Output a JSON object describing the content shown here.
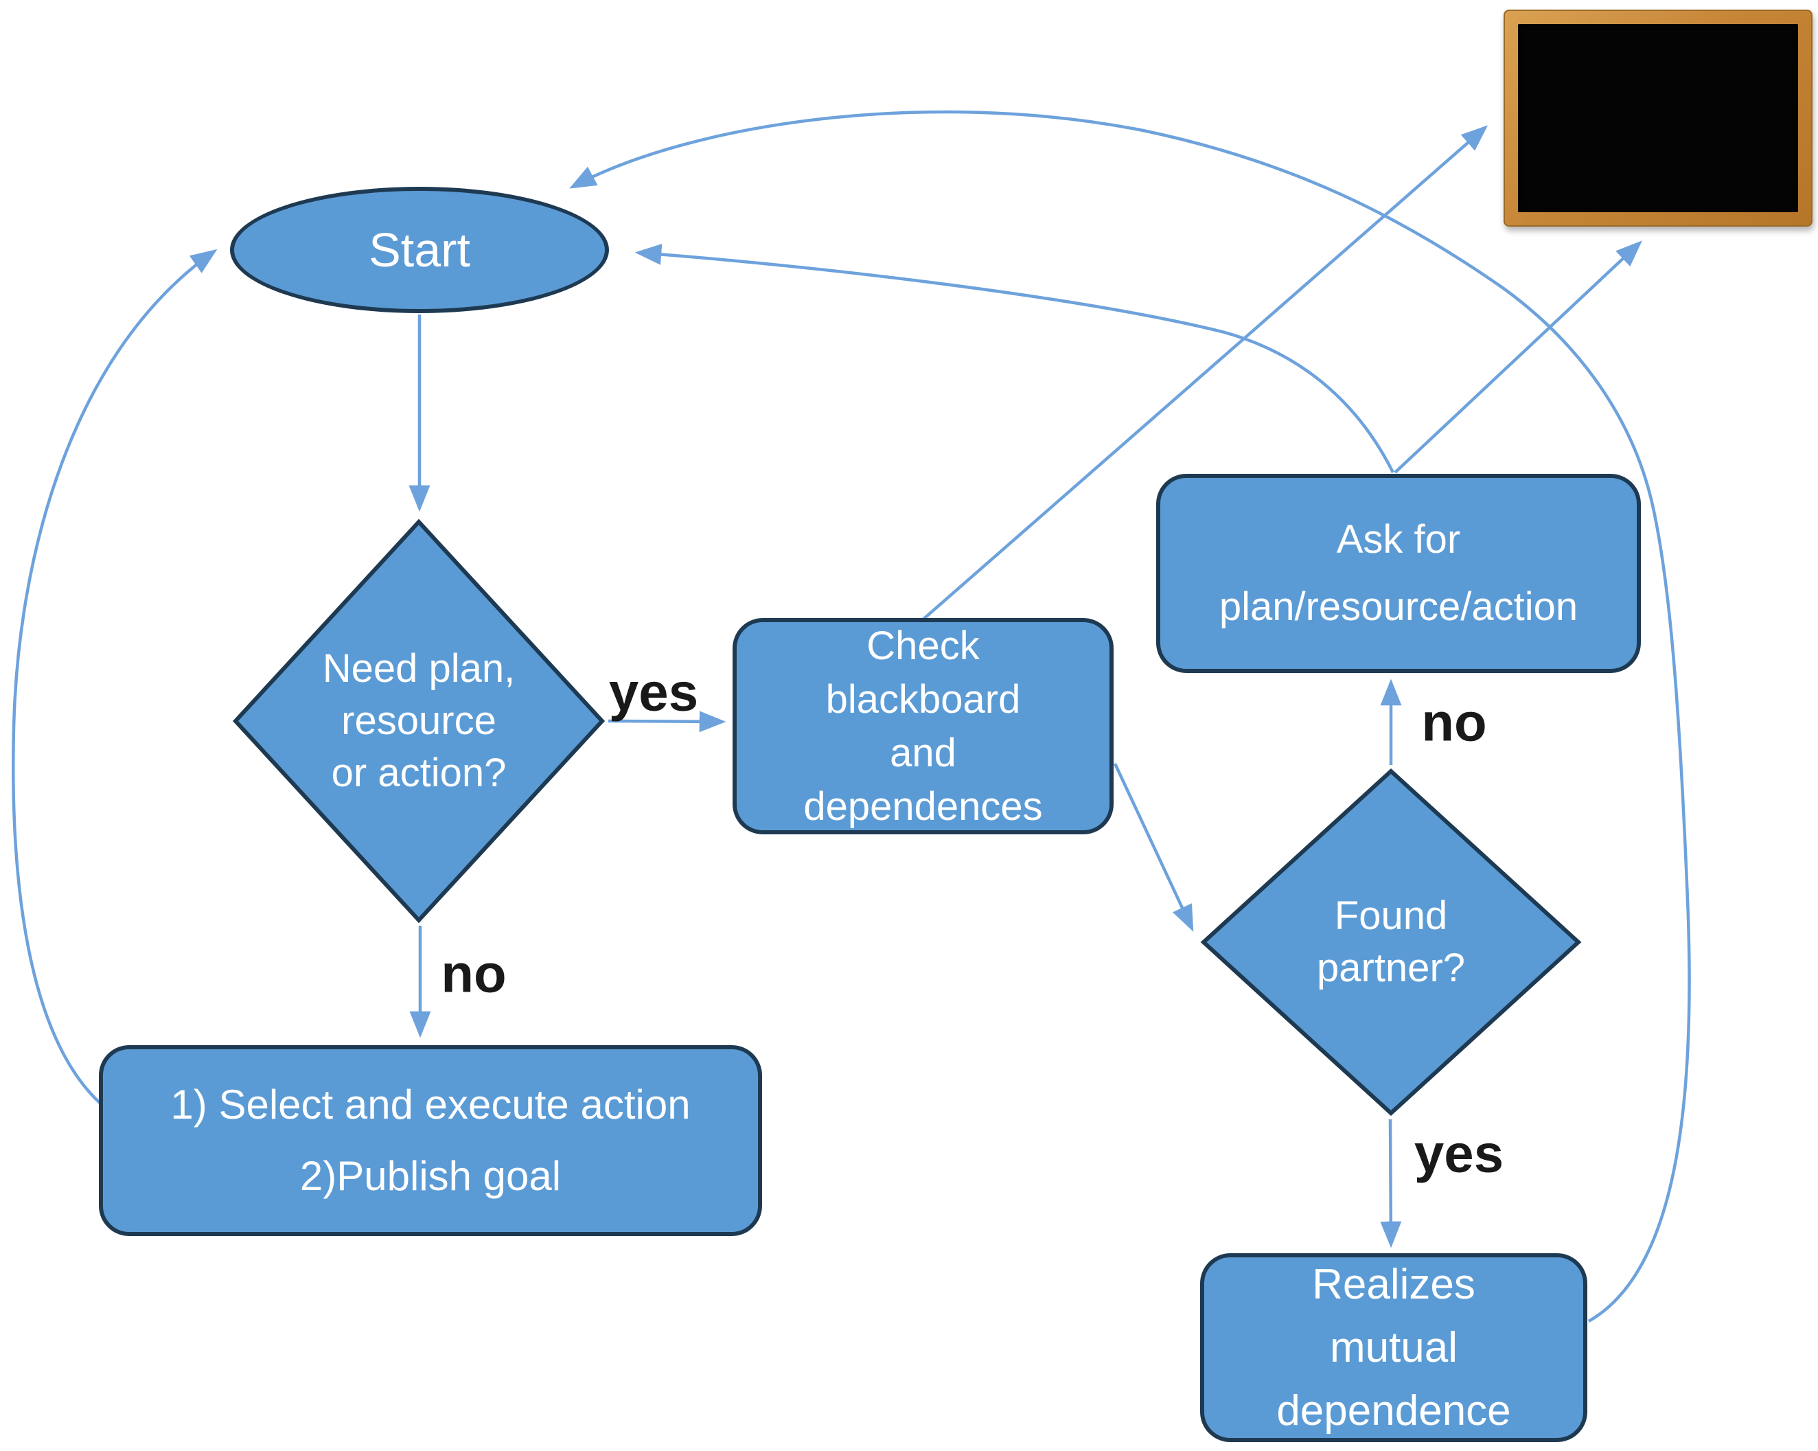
{
  "diagram": {
    "type": "flowchart",
    "nodes": {
      "start": {
        "type": "terminator",
        "label": "Start"
      },
      "need_plan": {
        "type": "decision",
        "lines": [
          "Need plan,",
          "resource",
          "or action?"
        ]
      },
      "check_blackboard": {
        "type": "process",
        "lines": [
          "Check",
          "blackboard",
          "and",
          "dependences"
        ]
      },
      "ask_for": {
        "type": "process",
        "lines": [
          "Ask for",
          "plan/resource/action"
        ]
      },
      "found_partner": {
        "type": "decision",
        "lines": [
          "Found",
          "partner?"
        ]
      },
      "select_execute": {
        "type": "process",
        "lines": [
          "1) Select and execute action",
          "2)Publish goal"
        ]
      },
      "realizes": {
        "type": "process",
        "lines": [
          "Realizes",
          "mutual",
          "dependence"
        ]
      },
      "blackboard": {
        "type": "image",
        "description": "blackboard with wooden frame"
      }
    },
    "edge_labels": {
      "need_plan_yes": "yes",
      "need_plan_no": "no",
      "found_partner_no": "no",
      "found_partner_yes": "yes"
    },
    "edges": [
      {
        "from": "start",
        "to": "need_plan",
        "label": ""
      },
      {
        "from": "need_plan",
        "to": "check_blackboard",
        "label": "yes"
      },
      {
        "from": "need_plan",
        "to": "select_execute",
        "label": "no"
      },
      {
        "from": "select_execute",
        "to": "start",
        "label": ""
      },
      {
        "from": "check_blackboard",
        "to": "blackboard",
        "label": ""
      },
      {
        "from": "check_blackboard",
        "to": "found_partner",
        "label": ""
      },
      {
        "from": "found_partner",
        "to": "ask_for",
        "label": "no"
      },
      {
        "from": "found_partner",
        "to": "realizes",
        "label": "yes"
      },
      {
        "from": "ask_for",
        "to": "blackboard",
        "label": ""
      },
      {
        "from": "ask_for",
        "to": "start",
        "label": ""
      },
      {
        "from": "realizes",
        "to": "start",
        "label": ""
      }
    ],
    "colors": {
      "node_fill": "#5b9bd5",
      "node_border": "#1e3a52",
      "node_text": "#ffffff",
      "arrow": "#6da2dc",
      "label_text": "#191919",
      "blackboard_frame": "#c68638",
      "blackboard_surface": "#040404",
      "background": "#ffffff"
    }
  }
}
